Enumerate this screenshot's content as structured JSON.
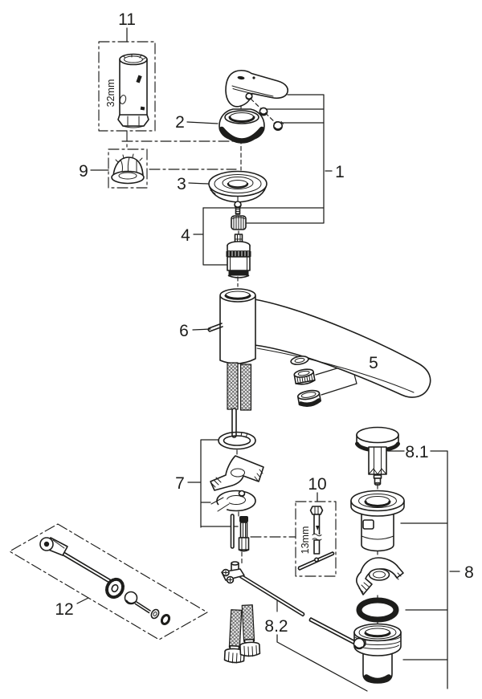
{
  "document": {
    "kind": "exploded-parts-diagram",
    "subject": "single-lever-basin-mixer-faucet",
    "background_color": "#ffffff",
    "line_color": "#1d1d1b"
  },
  "callouts": {
    "n1": {
      "label": "1",
      "part": "handle-with-fixing-screws"
    },
    "n2": {
      "label": "2",
      "part": "handle-cap"
    },
    "n3": {
      "label": "3",
      "part": "escutcheon-ring"
    },
    "n4": {
      "label": "4",
      "part": "cartridge-with-nut-and-screw"
    },
    "n5": {
      "label": "5",
      "part": "aerator-set"
    },
    "n6": {
      "label": "6",
      "part": "faucet-body-with-spout"
    },
    "n7": {
      "label": "7",
      "part": "mounting-set"
    },
    "n8": {
      "label": "8",
      "part": "pop-up-waste-set"
    },
    "n81": {
      "label": "8.1",
      "part": "waste-plug"
    },
    "n82": {
      "label": "8.2",
      "part": "lever-rod"
    },
    "n9": {
      "label": "9",
      "part": "adapter-tool"
    },
    "n10": {
      "label": "10",
      "part": "socket-tool-13mm"
    },
    "n11": {
      "label": "11",
      "part": "socket-tool-32mm"
    },
    "n12": {
      "label": "12",
      "part": "pop-up-rod-set"
    }
  },
  "tool_annotations": {
    "t11_size": "32mm",
    "t10_size": "13mm"
  }
}
